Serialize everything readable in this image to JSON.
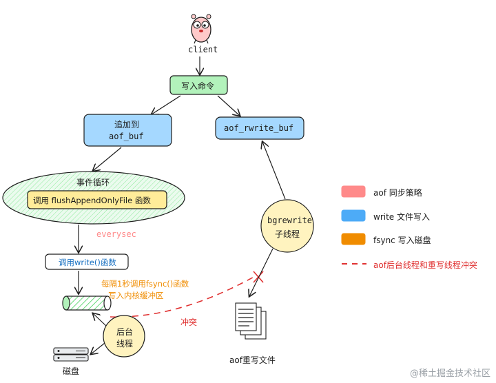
{
  "client": {
    "label": "client"
  },
  "nodes": {
    "write_cmd": "写入命令",
    "append_line1": "追加到",
    "append_line2": "aof_buf",
    "rewrite_buf": "aof_rwrite_buf",
    "event_loop_title": "事件循环",
    "flush_call": "调用 flushAppendOnlyFile 函数",
    "everysec": "everysec",
    "call_write": "调用write()函数",
    "fsync_line1": "每隔1秒调用fsync()函数",
    "fsync_line2": "写入内核缓冲区",
    "bgrewrite_line1": "bgrewrite",
    "bgrewrite_line2": "子线程",
    "bg_thread_line1": "后台",
    "bg_thread_line2": "线程",
    "conflict": "冲突",
    "disk": "磁盘",
    "aof_file": "aof重写文件"
  },
  "legend": [
    {
      "color": "#ff8a8a",
      "label_key": "aof",
      "label": "aof 同步策略"
    },
    {
      "color": "#4dabf7",
      "label_key": "write",
      "label": "write 文件写入"
    },
    {
      "color": "#f08c00",
      "label_key": "fsync",
      "label": "fsync 写入磁盘"
    },
    {
      "color": "#e03131",
      "label_key": "conflict",
      "label": "aof后台线程和重写线程冲突",
      "dashed": true
    }
  ],
  "colors": {
    "green_fill": "#b2f2bb",
    "blue_fill": "#a5d8ff",
    "yellow_fill": "#fff3bf",
    "ellipse_yellow": "#ffec99",
    "red": "#e03131",
    "orange": "#f08c00",
    "pink": "#ff8a8a",
    "blue": "#4dabf7"
  },
  "watermark": "@稀土掘金技术社区"
}
